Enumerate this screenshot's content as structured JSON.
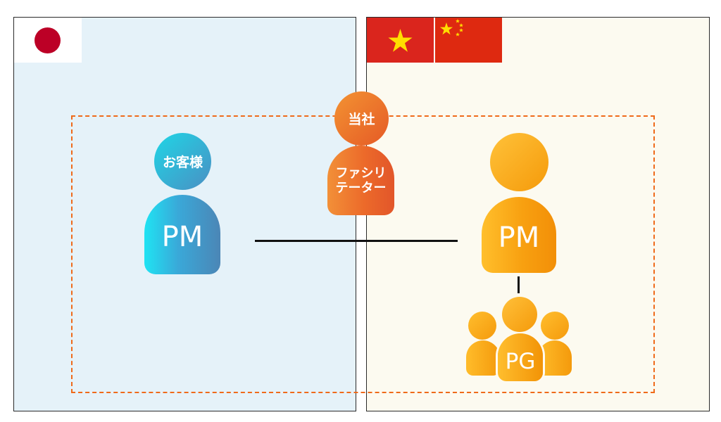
{
  "flags": {
    "japan": {
      "icon": "japan-flag-icon",
      "colors": {
        "background": "#ffffff",
        "disc": "#bc0026"
      }
    },
    "vietnam": {
      "icon": "vietnam-flag-icon",
      "colors": {
        "background": "#da251d",
        "star": "#ffde00"
      }
    },
    "china": {
      "icon": "china-flag-icon",
      "colors": {
        "background": "#de2910",
        "stars": "#ffde00"
      }
    }
  },
  "client": {
    "head_label": "お客様",
    "body_label": "PM"
  },
  "facilitator": {
    "head_label": "当社",
    "role_lines": [
      "ファシリ",
      "テーター"
    ]
  },
  "vendor": {
    "pm_label": "PM",
    "team_label": "PG"
  },
  "colors": {
    "panel_left": "#e5f2f9",
    "panel_right": "#fcfaf0",
    "scope_border": "#ef6a1a",
    "client_gradient": [
      "#1fe3f3",
      "#4b86b6"
    ],
    "facilitator_gradient": [
      "#f29038",
      "#e2562a"
    ],
    "vendor_gradient": [
      "#ffbf2c",
      "#f28f08"
    ]
  }
}
